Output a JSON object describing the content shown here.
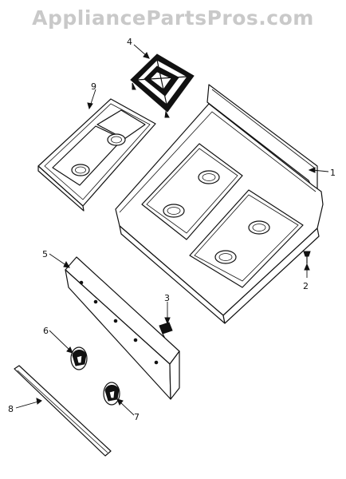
{
  "watermark": "AppliancePartsPros.com",
  "callouts": [
    {
      "id": "1",
      "label": "1"
    },
    {
      "id": "2",
      "label": "2"
    },
    {
      "id": "3",
      "label": "3"
    },
    {
      "id": "4",
      "label": "4"
    },
    {
      "id": "5",
      "label": "5"
    },
    {
      "id": "6",
      "label": "6"
    },
    {
      "id": "7",
      "label": "7"
    },
    {
      "id": "8",
      "label": "8"
    },
    {
      "id": "9",
      "label": "9"
    }
  ]
}
